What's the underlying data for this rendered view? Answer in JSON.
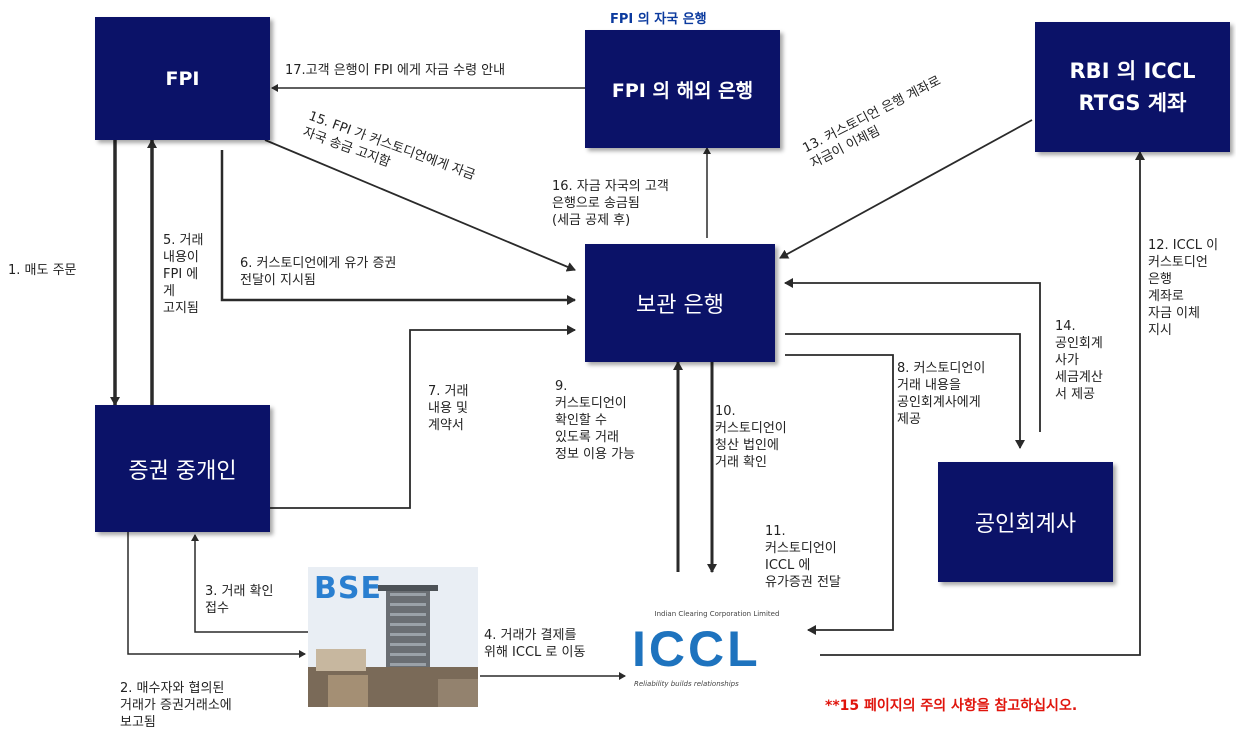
{
  "heading": "FPI 의 자국 은행",
  "boxes": {
    "fpi": "FPI",
    "overseas_bank": "FPI 의 해외 은행",
    "rbi": "RBI 의 ICCL\nRTGS 계좌",
    "custodian": "보관 은행",
    "broker": "증권 중개인",
    "accountant": "공인회계사"
  },
  "logos": {
    "bse": "BSE",
    "iccl_top": "Indian Clearing Corporation Limited",
    "iccl_main": "ICCL",
    "iccl_tag": "Reliability builds relationships"
  },
  "steps": {
    "s1": "1. 매도 주문",
    "s2": "2. 매수자와 협의된\n거래가 증권거래소에\n보고됨",
    "s3": "3. 거래 확인\n접수",
    "s4": "4. 거래가 결제를\n위해 ICCL 로 이동",
    "s5": "5. 거래\n내용이\nFPI 에\n게\n고지됨",
    "s6": "6. 커스토디언에게 유가 증권\n전달이 지시됨",
    "s7": "7. 거래\n내용 및\n계약서",
    "s8": "8. 커스토디언이\n거래 내용을\n공인회계사에게\n제공",
    "s9": "9.\n커스토디언이\n확인할 수\n있도록 거래\n정보 이용 가능",
    "s10": "10.\n커스토디언이\n청산 법인에\n거래 확인",
    "s11": "11.\n커스토디언이\nICCL 에\n유가증권 전달",
    "s12": "12. ICCL 이\n커스토디언\n은행\n계좌로\n자금 이체\n지시",
    "s13": "13. 커스토디언 은행 계좌로\n자금이 이체됨",
    "s14": "14.\n공인회계\n사가\n세금계산\n서 제공",
    "s15": "15. FPI 가 커스토디언에게 자금\n자국 송금 고지함",
    "s16": "16. 자금 자국의 고객\n은행으로 송금됨\n(세금 공제 후)",
    "s17": "17.고객 은행이 FPI 에게 자금 수령 안내"
  },
  "note": "**15 페이지의 주의 사항을 참고하십시오.",
  "colors": {
    "box": "#0b1268",
    "note": "#e0140c",
    "heading": "#0b3a9e",
    "arrow": "#2a2a2a"
  }
}
